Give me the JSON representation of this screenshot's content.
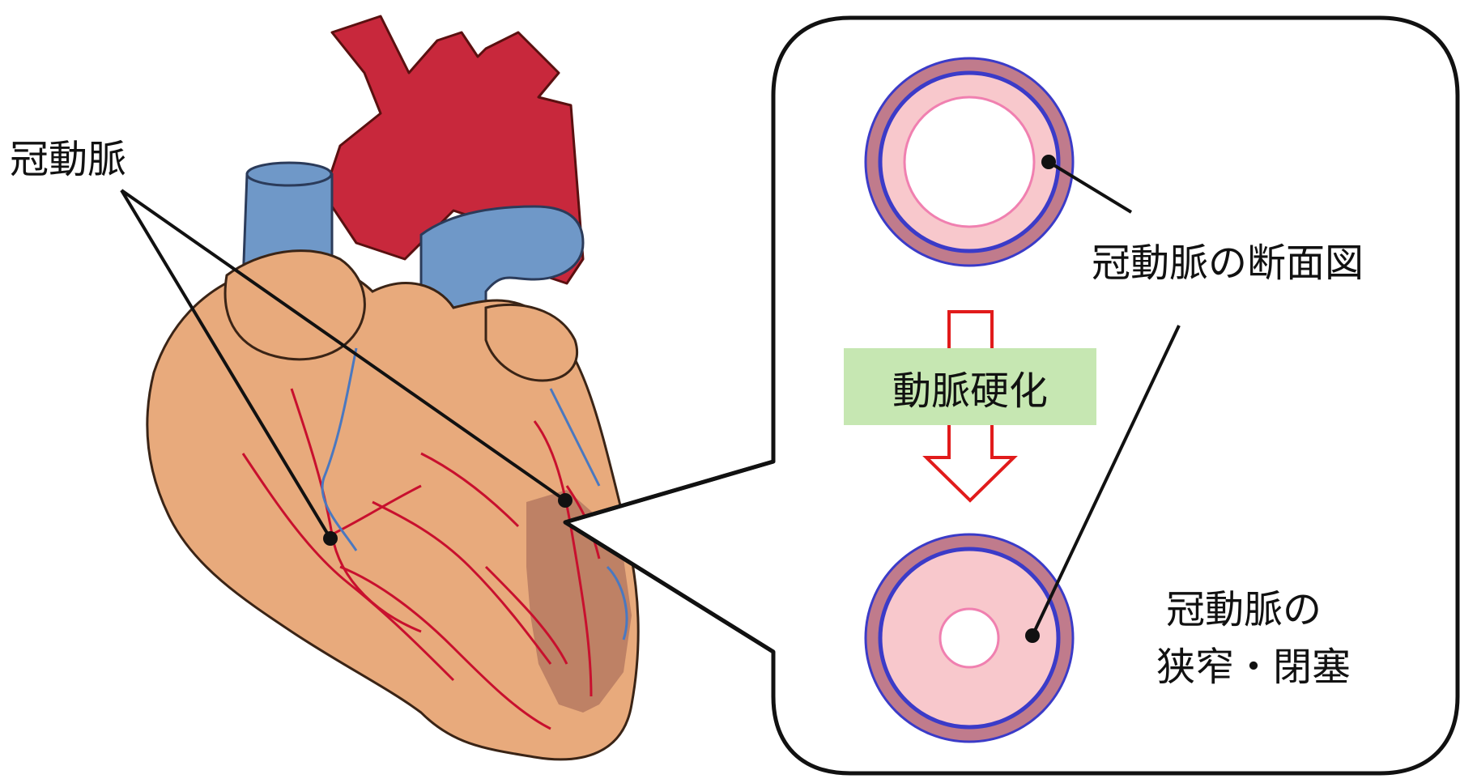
{
  "labels": {
    "coronary_artery": "冠動脈",
    "cross_section": "冠動脈の断面図",
    "narrowing_line1": "冠動脈の",
    "narrowing_line2": "狭窄・閉塞",
    "process": "動脈硬化"
  },
  "colors": {
    "aorta_red": "#c8283c",
    "vein_blue": "#6f98c8",
    "heart_tan": "#e8aa7c",
    "vessel_red": "#c8102e",
    "damaged_area": "#b67a62",
    "vessel_wall_outer": "#c07b8c",
    "vessel_ring_blue": "#3b3bc8",
    "vessel_inner_pink": "#f8c8cc",
    "arrow_red": "#e11b1b",
    "process_box_green": "#c6e7b2"
  },
  "icons": {
    "heart": "heart-illustration",
    "normal_section": "artery-cross-section-normal",
    "narrowed_section": "artery-cross-section-narrowed",
    "arrow": "down-arrow-outline"
  }
}
